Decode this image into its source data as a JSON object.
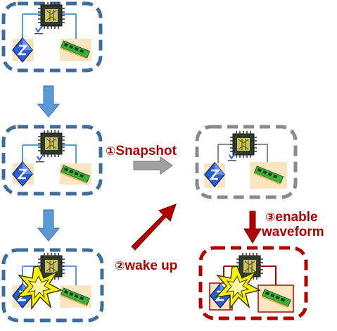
{
  "labels": {
    "snapshot": {
      "num": "①",
      "text": "Snapshot"
    },
    "wake_up": {
      "num": "②",
      "text": "wake up"
    },
    "enable_waveform": {
      "num": "③",
      "line1": "enable",
      "line2": "waveform"
    }
  },
  "icons": {
    "processor": "cpu-chip-icon",
    "storage": "blue-diamond-disk-icon",
    "memory": "ram-module-icon",
    "emulator": "check-emulator-icon",
    "crash": "yellow-explosion-icon"
  },
  "colors": {
    "blue_frame": "#3d6d9c",
    "gray_frame": "#8a8a8a",
    "red_frame": "#b00000",
    "blue_arrow": "#5b9bd5",
    "gray_arrow": "#a0a0a0",
    "red_arrow": "#b00000",
    "slot_fill": "#fbe5c0"
  }
}
